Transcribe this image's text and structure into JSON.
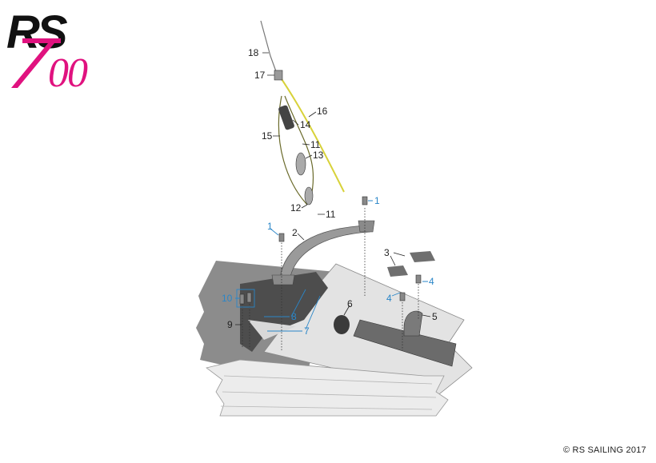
{
  "logo": {
    "text_top": "RS",
    "text_bottom": "700",
    "colors": {
      "black": "#111111",
      "magenta": "#e0127f"
    }
  },
  "colors": {
    "part_label": "#222222",
    "fixing_label": "#2a86c8",
    "rope": "#d8d23a",
    "hull": "#e4e4e4",
    "deck_dark": "#8a8a8a",
    "part_grey": "#6e6e6e"
  },
  "labels": {
    "l18": "18",
    "l17": "17",
    "l16": "16",
    "l14": "14",
    "l15": "15",
    "l11a": "11",
    "l13": "13",
    "l12": "12",
    "l11b": "11",
    "l1a": "1",
    "l1b": "1",
    "l2": "2",
    "l3": "3",
    "l4a": "4",
    "l4b": "4",
    "l6": "6",
    "l5": "5",
    "l10": "10",
    "l8": "8",
    "l9": "9",
    "l7": "7"
  },
  "copyright": "© RS SAILING 2017"
}
